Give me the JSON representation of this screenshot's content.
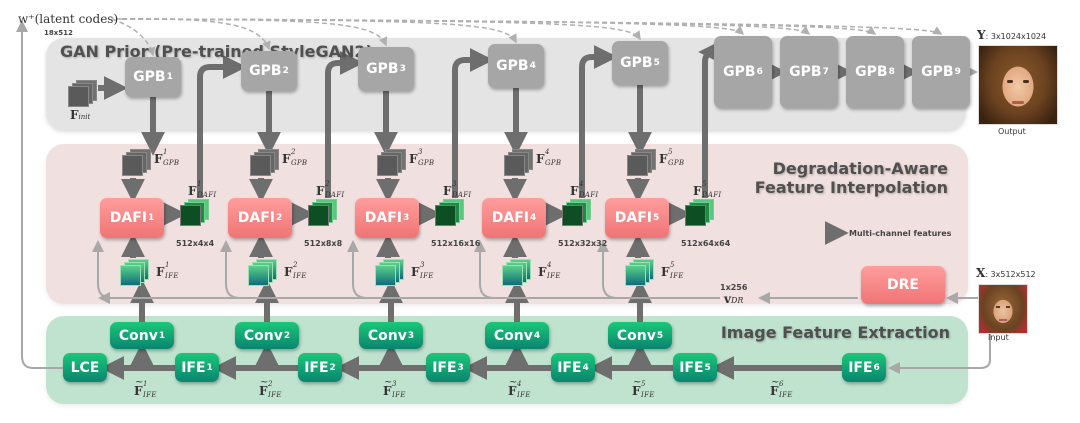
{
  "latent": {
    "label": "w⁺(latent codes)",
    "dim": "18x512"
  },
  "gan_prior": {
    "title": "GAN Prior (Pre-trained StyleGAN2)",
    "init_label": "F",
    "init_sub": "init",
    "blocks": [
      {
        "name": "GPB",
        "index": "1"
      },
      {
        "name": "GPB",
        "index": "2"
      },
      {
        "name": "GPB",
        "index": "3"
      },
      {
        "name": "GPB",
        "index": "4"
      },
      {
        "name": "GPB",
        "index": "5"
      },
      {
        "name": "GPB",
        "index": "6"
      },
      {
        "name": "GPB",
        "index": "7"
      },
      {
        "name": "GPB",
        "index": "8"
      },
      {
        "name": "GPB",
        "index": "9"
      }
    ]
  },
  "output": {
    "symbol": "Y",
    "dims": ": 3x1024x1024",
    "caption": "Output"
  },
  "input": {
    "symbol": "X",
    "dims": ": 3x512x512",
    "caption": "Input"
  },
  "dafi_section": {
    "title_line1": "Degradation-Aware",
    "title_line2": "Feature Interpolation",
    "blocks": [
      {
        "name": "DAFI",
        "index": "1",
        "size": "512x4x4",
        "gpb_sup": "1",
        "dafi_sup": "1",
        "ife_sup": "1"
      },
      {
        "name": "DAFI",
        "index": "2",
        "size": "512x8x8",
        "gpb_sup": "2",
        "dafi_sup": "2",
        "ife_sup": "2"
      },
      {
        "name": "DAFI",
        "index": "3",
        "size": "512x16x16",
        "gpb_sup": "3",
        "dafi_sup": "3",
        "ife_sup": "3"
      },
      {
        "name": "DAFI",
        "index": "4",
        "size": "512x32x32",
        "gpb_sup": "4",
        "dafi_sup": "4",
        "ife_sup": "4"
      },
      {
        "name": "DAFI",
        "index": "5",
        "size": "512x64x64",
        "gpb_sup": "5",
        "dafi_sup": "5",
        "ife_sup": "5"
      }
    ],
    "legend": "Multi-channel features",
    "dre": {
      "label": "DRE",
      "vec_dim": "1x256",
      "vec_label": "v",
      "vec_sub": "DR"
    },
    "f_symbol": "F",
    "gpb_sub": "GPB",
    "dafi_sub": "DAFI",
    "ife_sub": "IFE"
  },
  "ife_section": {
    "title": "Image Feature Extraction",
    "convs": [
      {
        "name": "Conv",
        "index": "1"
      },
      {
        "name": "Conv",
        "index": "2"
      },
      {
        "name": "Conv",
        "index": "3"
      },
      {
        "name": "Conv",
        "index": "4"
      },
      {
        "name": "Conv",
        "index": "5"
      }
    ],
    "ifes": [
      {
        "name": "IFE",
        "index": "1"
      },
      {
        "name": "IFE",
        "index": "2"
      },
      {
        "name": "IFE",
        "index": "3"
      },
      {
        "name": "IFE",
        "index": "4"
      },
      {
        "name": "IFE",
        "index": "5"
      },
      {
        "name": "IFE",
        "index": "6"
      }
    ],
    "lce": "LCE",
    "tilde_feats": [
      {
        "sup": "1"
      },
      {
        "sup": "2"
      },
      {
        "sup": "3"
      },
      {
        "sup": "4"
      },
      {
        "sup": "5"
      },
      {
        "sup": "6"
      }
    ]
  },
  "colors": {
    "gan_panel": "#e4e4e4",
    "dafi_panel": "#f0e0df",
    "ife_panel": "#bfe3cf",
    "gpb_block": "#a6a6a6",
    "dafi_block": "#f38888",
    "green_block": "#11a874",
    "arrow": "#6e6e6e"
  }
}
